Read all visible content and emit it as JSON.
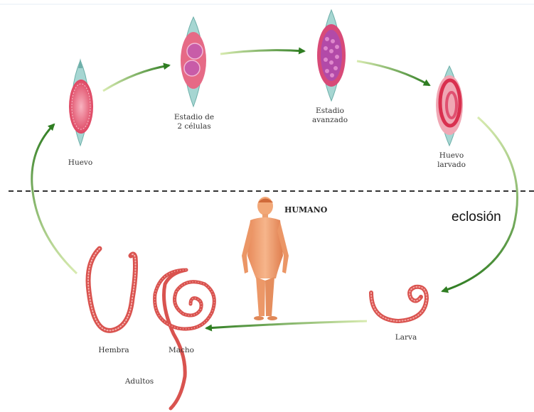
{
  "stages": {
    "huevo": "Huevo",
    "dos_celulas": [
      "Estadio de",
      "2 células"
    ],
    "avanzado": [
      "Estadio",
      "avanzado"
    ],
    "larvado": [
      "Huevo",
      "larvado"
    ]
  },
  "humano": "HUMANO",
  "eclosion": "eclosión",
  "larva": "Larva",
  "hembra": "Hembra",
  "macho": "Macho",
  "adultos": "Adultos",
  "colors": {
    "arrow_green": "#3f8c2a",
    "egg_shell": "#8cc7c3",
    "egg_inner": "#e63d5c",
    "worm": "#d9534f",
    "skin": "#f0a070"
  }
}
